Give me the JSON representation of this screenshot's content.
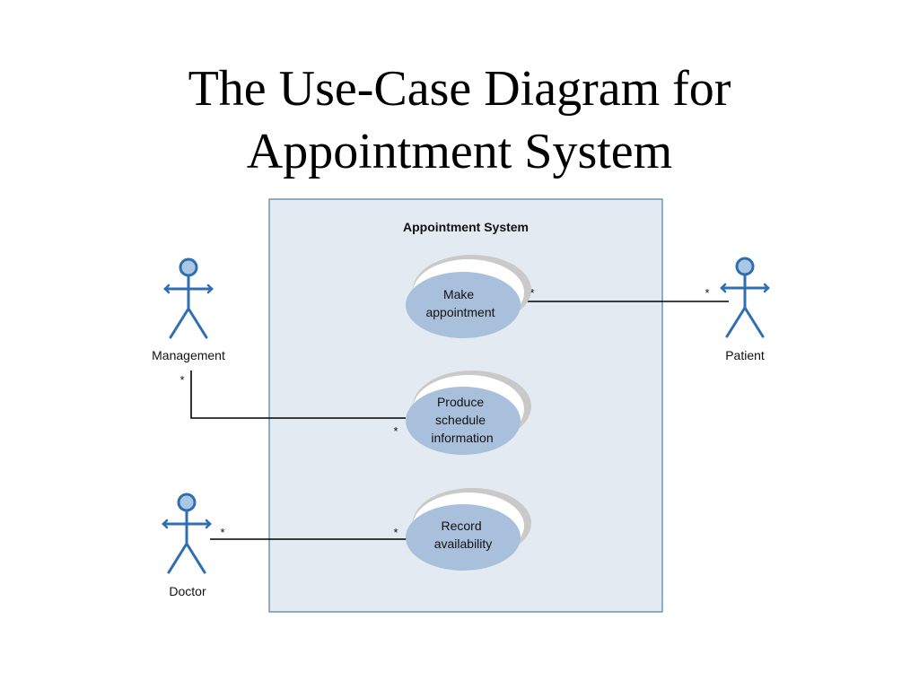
{
  "title": {
    "line1": "The Use-Case Diagram for",
    "line2": "Appointment System"
  },
  "system": {
    "label": "Appointment System"
  },
  "actors": {
    "management": "Management",
    "patient": "Patient",
    "doctor": "Doctor"
  },
  "use_cases": {
    "make_appointment": [
      "Make",
      "appointment"
    ],
    "produce_schedule": [
      "Produce",
      "schedule",
      "information"
    ],
    "record_availability": [
      "Record",
      "availability"
    ]
  },
  "multiplicity": "*",
  "colors": {
    "system_fill": "#e3eaf1",
    "system_border": "#4a7fa8",
    "actor_fill": "#aac8e4",
    "actor_stroke": "#2f6fb0",
    "use_case_fill": "#a8c0dc",
    "use_case_shadow": "#c9c9c9"
  }
}
